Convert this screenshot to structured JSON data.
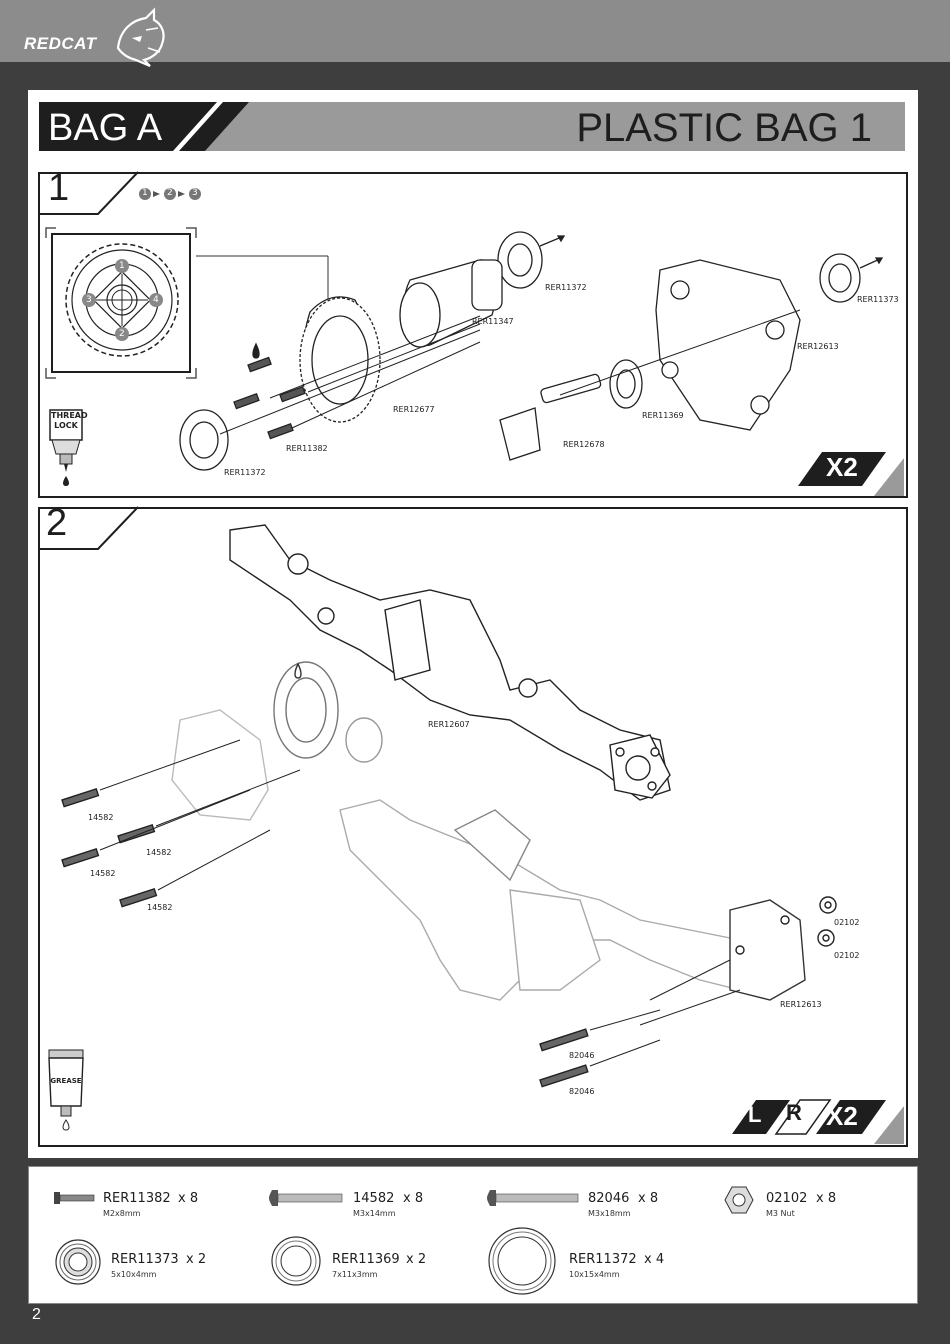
{
  "brand": {
    "logo_text": "REDCAT"
  },
  "header": {
    "bag_label": "BAG A",
    "title": "PLASTIC BAG 1"
  },
  "step1": {
    "number": "1",
    "sequence": [
      "1",
      "2",
      "3"
    ],
    "thread_lock": "THREAD\nLOCK",
    "multiplier": "X2",
    "detail_numbers": [
      "1",
      "2",
      "3",
      "4"
    ],
    "labels": {
      "bearing_top": "RER11372",
      "carrier": "RER11347",
      "ring_gear": "RER12677",
      "screw": "RER11382",
      "bearing_bottom": "RER11372",
      "pinion": "RER12678",
      "bearing_pinion": "RER11369",
      "housing": "RER12613",
      "bearing_right": "RER11373"
    }
  },
  "step2": {
    "number": "2",
    "grease": "GREASE",
    "side_l": "L",
    "side_r": "R",
    "multiplier": "X2",
    "labels": {
      "axle_housing": "RER12607",
      "screw1": "14582",
      "screw2": "14582",
      "screw3": "14582",
      "screw4": "14582",
      "nut1": "02102",
      "nut2": "02102",
      "cover": "RER12613",
      "long_screw1": "82046",
      "long_screw2": "82046"
    }
  },
  "parts": [
    {
      "name": "RER11382",
      "qty": "x 8",
      "spec": "M2x8mm"
    },
    {
      "name": "14582",
      "qty": "x 8",
      "spec": "M3x14mm"
    },
    {
      "name": "82046",
      "qty": "x 8",
      "spec": "M3x18mm"
    },
    {
      "name": "02102",
      "qty": "x 8",
      "spec": "M3 Nut"
    },
    {
      "name": "RER11373",
      "qty": "x 2",
      "spec": "5x10x4mm"
    },
    {
      "name": "RER11369",
      "qty": "x 2",
      "spec": "7x11x3mm"
    },
    {
      "name": "RER11372",
      "qty": "x 4",
      "spec": "10x15x4mm"
    }
  ],
  "page_number": "2"
}
